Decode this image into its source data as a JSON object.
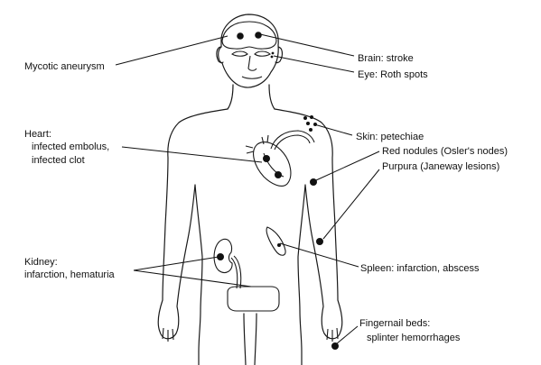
{
  "labels": {
    "mycotic": "Mycotic aneurysm",
    "brain": "Brain: stroke",
    "eye": "Eye: Roth spots",
    "heart_title": "Heart:",
    "heart_line1": "infected embolus,",
    "heart_line2": "infected clot",
    "skin": "Skin: petechiae",
    "osler": "Red nodules (Osler's nodes)",
    "janeway": "Purpura (Janeway lesions)",
    "kidney_title": "Kidney:",
    "kidney_line1": "infarction, hematuria",
    "spleen": "Spleen: infarction, abscess",
    "fingernail_title": "Fingernail beds:",
    "fingernail_line1": "splinter hemorrhages"
  },
  "colors": {
    "ink": "#111111",
    "background": "#ffffff"
  }
}
